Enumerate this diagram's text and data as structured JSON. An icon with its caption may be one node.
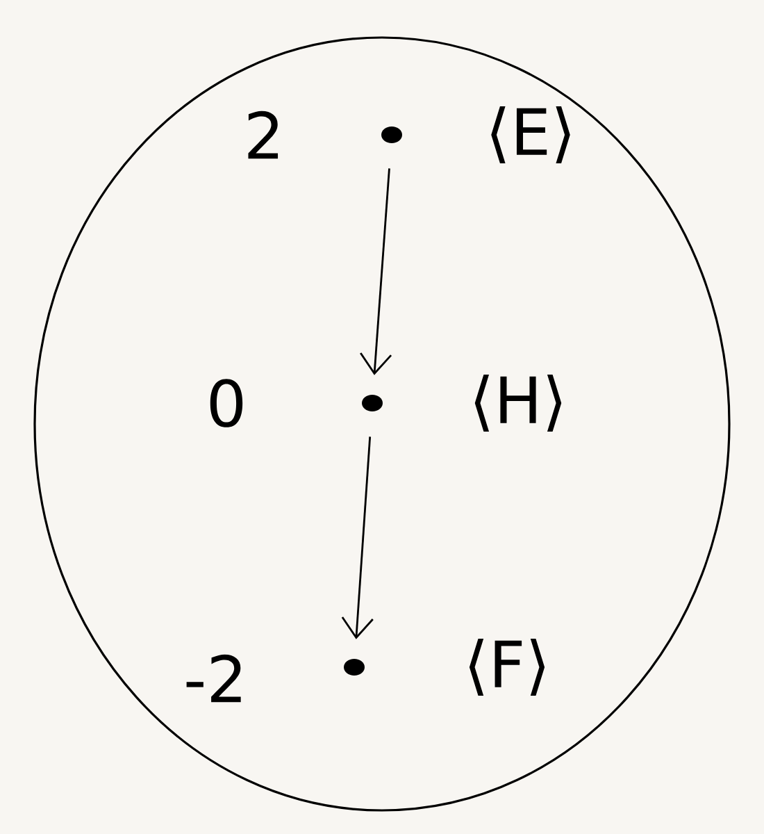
{
  "diagram": {
    "nodes": [
      {
        "text": [],
        "shape": "circle"
      },
      {
        "text": [],
        "shape": "circle",
        "in": 0,
        "beside": [
          "2",
          "⟨E⟩"
        ]
      },
      {
        "text": [],
        "shape": "circle",
        "in": 0,
        "beside": [
          "0",
          "⟨H⟩"
        ]
      },
      {
        "text": [],
        "shape": "circle",
        "in": 0,
        "beside": [
          "-2",
          "⟨F⟩"
        ]
      }
    ],
    "edges": [
      {
        "from": 1,
        "to": 2,
        "arrow": "to"
      },
      {
        "from": 2,
        "to": 3,
        "arrow": "to"
      }
    ]
  }
}
